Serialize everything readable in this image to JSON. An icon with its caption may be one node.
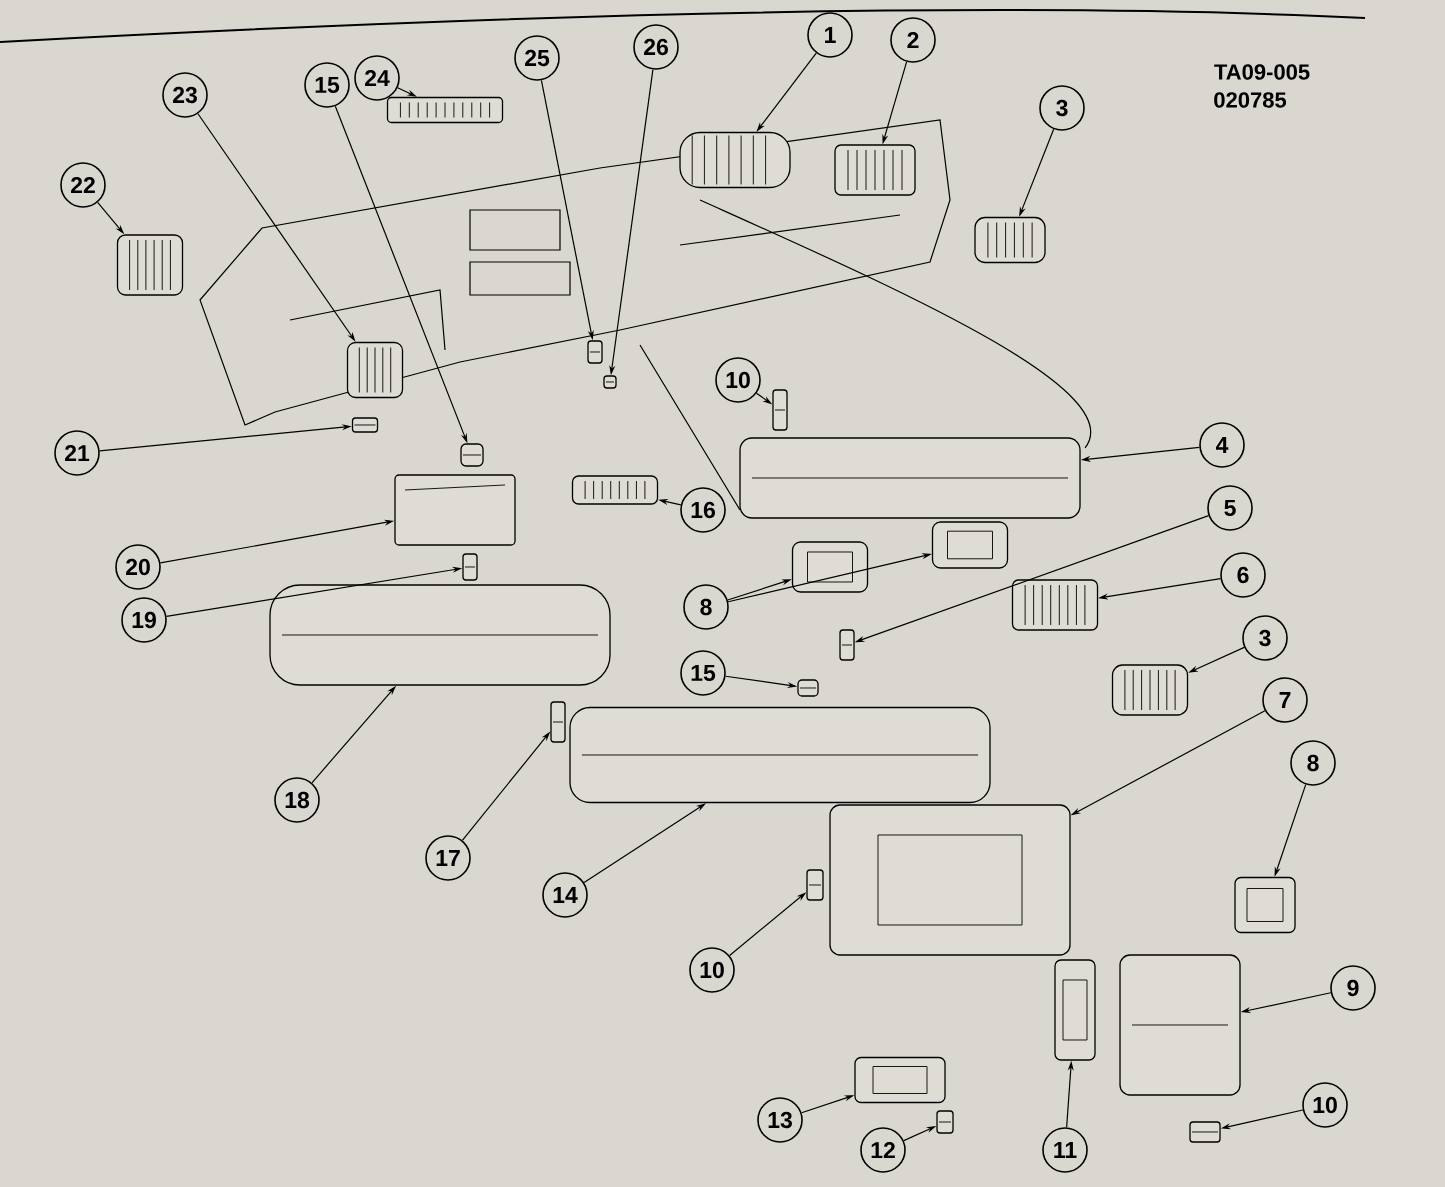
{
  "diagram": {
    "nodes": [
      {
        "text": [
          "1"
        ]
      },
      {
        "text": [],
        "shape": "picture"
      },
      {
        "text": [
          "2"
        ]
      },
      {
        "text": [],
        "shape": "picture"
      },
      {
        "text": [
          "3"
        ]
      },
      {
        "text": [],
        "shape": "picture"
      },
      {
        "text": [
          "22"
        ]
      },
      {
        "text": [],
        "shape": "picture"
      },
      {
        "text": [
          "23"
        ]
      },
      {
        "text": [],
        "shape": "picture"
      },
      {
        "text": [
          "15"
        ]
      },
      {
        "text": [],
        "shape": "picture"
      },
      {
        "text": [
          "24"
        ]
      },
      {
        "text": [],
        "shape": "picture"
      },
      {
        "text": [
          "25"
        ]
      },
      {
        "text": [],
        "shape": "picture"
      },
      {
        "text": [
          "26"
        ]
      },
      {
        "text": [],
        "shape": "picture"
      },
      {
        "text": [
          "10"
        ]
      },
      {
        "text": [],
        "shape": "picture"
      },
      {
        "text": [
          "4"
        ]
      },
      {
        "text": [],
        "shape": "picture"
      },
      {
        "text": [
          "21"
        ]
      },
      {
        "text": [],
        "shape": "picture"
      },
      {
        "text": [
          "16"
        ]
      },
      {
        "text": [],
        "shape": "picture"
      },
      {
        "text": [
          "5"
        ]
      },
      {
        "text": [],
        "shape": "picture"
      },
      {
        "text": [
          "8"
        ]
      },
      {
        "text": [],
        "shape": "picture"
      },
      {
        "text": [],
        "shape": "picture"
      },
      {
        "text": [
          "6"
        ]
      },
      {
        "text": [],
        "shape": "picture"
      },
      {
        "text": [
          "20"
        ]
      },
      {
        "text": [],
        "shape": "picture"
      },
      {
        "text": [
          "19"
        ]
      },
      {
        "text": [],
        "shape": "picture"
      },
      {
        "text": [
          "3"
        ]
      },
      {
        "text": [],
        "shape": "picture"
      },
      {
        "text": [
          "15"
        ]
      },
      {
        "text": [],
        "shape": "picture"
      },
      {
        "text": [
          "7"
        ]
      },
      {
        "text": [],
        "shape": "picture"
      },
      {
        "text": [
          "8"
        ]
      },
      {
        "text": [],
        "shape": "picture"
      },
      {
        "text": [
          "18"
        ]
      },
      {
        "text": [],
        "shape": "picture"
      },
      {
        "text": [
          "17"
        ]
      },
      {
        "text": [],
        "shape": "picture"
      },
      {
        "text": [
          "14"
        ]
      },
      {
        "text": [],
        "shape": "picture"
      },
      {
        "text": [
          "10"
        ]
      },
      {
        "text": [],
        "shape": "picture"
      },
      {
        "text": [
          "9"
        ]
      },
      {
        "text": [],
        "shape": "picture"
      },
      {
        "text": [
          "13"
        ]
      },
      {
        "text": [],
        "shape": "picture"
      },
      {
        "text": [
          "12"
        ]
      },
      {
        "text": [],
        "shape": "picture"
      },
      {
        "text": [
          "11"
        ]
      },
      {
        "text": [],
        "shape": "picture"
      },
      {
        "text": [
          "10"
        ]
      },
      {
        "text": [],
        "shape": "picture"
      }
    ],
    "edges": [
      {
        "from": 0,
        "to": 1,
        "arrow": "to"
      },
      {
        "from": 2,
        "to": 3,
        "arrow": "to"
      },
      {
        "from": 4,
        "to": 5,
        "arrow": "to"
      },
      {
        "from": 6,
        "to": 7,
        "arrow": "to"
      },
      {
        "from": 8,
        "to": 9,
        "arrow": "to"
      },
      {
        "from": 10,
        "to": 11,
        "arrow": "to"
      },
      {
        "from": 12,
        "to": 13,
        "arrow": "to"
      },
      {
        "from": 14,
        "to": 15,
        "arrow": "to"
      },
      {
        "from": 16,
        "to": 17,
        "arrow": "to"
      },
      {
        "from": 18,
        "to": 19,
        "arrow": "to"
      },
      {
        "from": 20,
        "to": 21,
        "arrow": "to"
      },
      {
        "from": 22,
        "to": 23,
        "arrow": "to"
      },
      {
        "from": 24,
        "to": 25,
        "arrow": "to"
      },
      {
        "from": 26,
        "to": 27,
        "arrow": "to"
      },
      {
        "from": 28,
        "to": 29,
        "arrow": "to"
      },
      {
        "from": 28,
        "to": 30,
        "arrow": "to"
      },
      {
        "from": 31,
        "to": 32,
        "arrow": "to"
      },
      {
        "from": 33,
        "to": 34,
        "arrow": "to"
      },
      {
        "from": 35,
        "to": 36,
        "arrow": "to"
      },
      {
        "from": 37,
        "to": 38,
        "arrow": "to"
      },
      {
        "from": 39,
        "to": 40,
        "arrow": "to"
      },
      {
        "from": 41,
        "to": 42,
        "arrow": "to"
      },
      {
        "from": 43,
        "to": 44,
        "arrow": "to"
      },
      {
        "from": 45,
        "to": 46,
        "arrow": "to"
      },
      {
        "from": 47,
        "to": 48,
        "arrow": "to"
      },
      {
        "from": 49,
        "to": 50,
        "arrow": "to"
      },
      {
        "from": 51,
        "to": 52,
        "arrow": "to"
      },
      {
        "from": 53,
        "to": 54,
        "arrow": "to"
      },
      {
        "from": 55,
        "to": 56,
        "arrow": "to"
      },
      {
        "from": 57,
        "to": 58,
        "arrow": "to"
      },
      {
        "from": 59,
        "to": 60,
        "arrow": "to"
      },
      {
        "from": 61,
        "to": 62,
        "arrow": "to"
      }
    ],
    "labels": [
      "TA09-005",
      "020785"
    ]
  }
}
